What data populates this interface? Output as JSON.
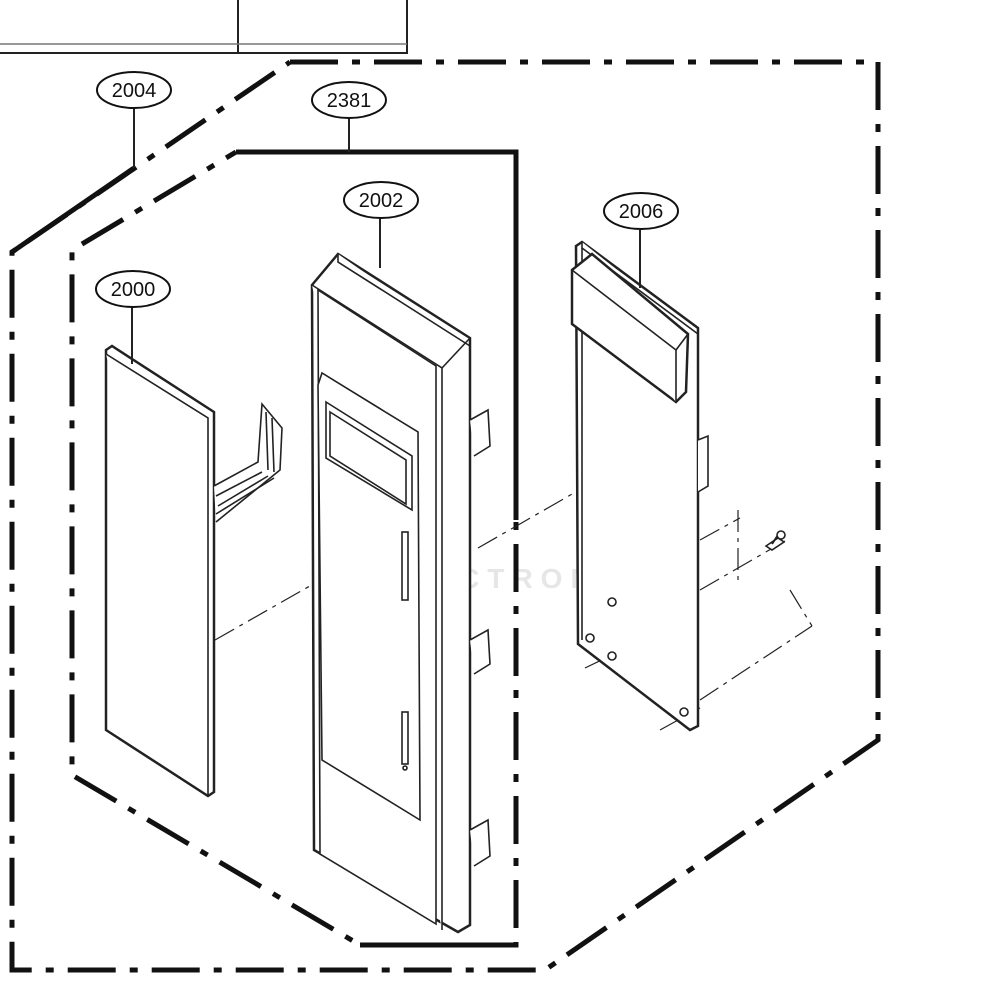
{
  "callouts": {
    "c2004": "2004",
    "c2381": "2381",
    "c2002": "2002",
    "c2000": "2000",
    "c2006": "2006"
  },
  "header_table": {
    "cells": [
      "",
      ""
    ]
  },
  "watermark": "LG ELECTRONICS",
  "colors": {
    "line": "#111111",
    "background": "#ffffff"
  }
}
